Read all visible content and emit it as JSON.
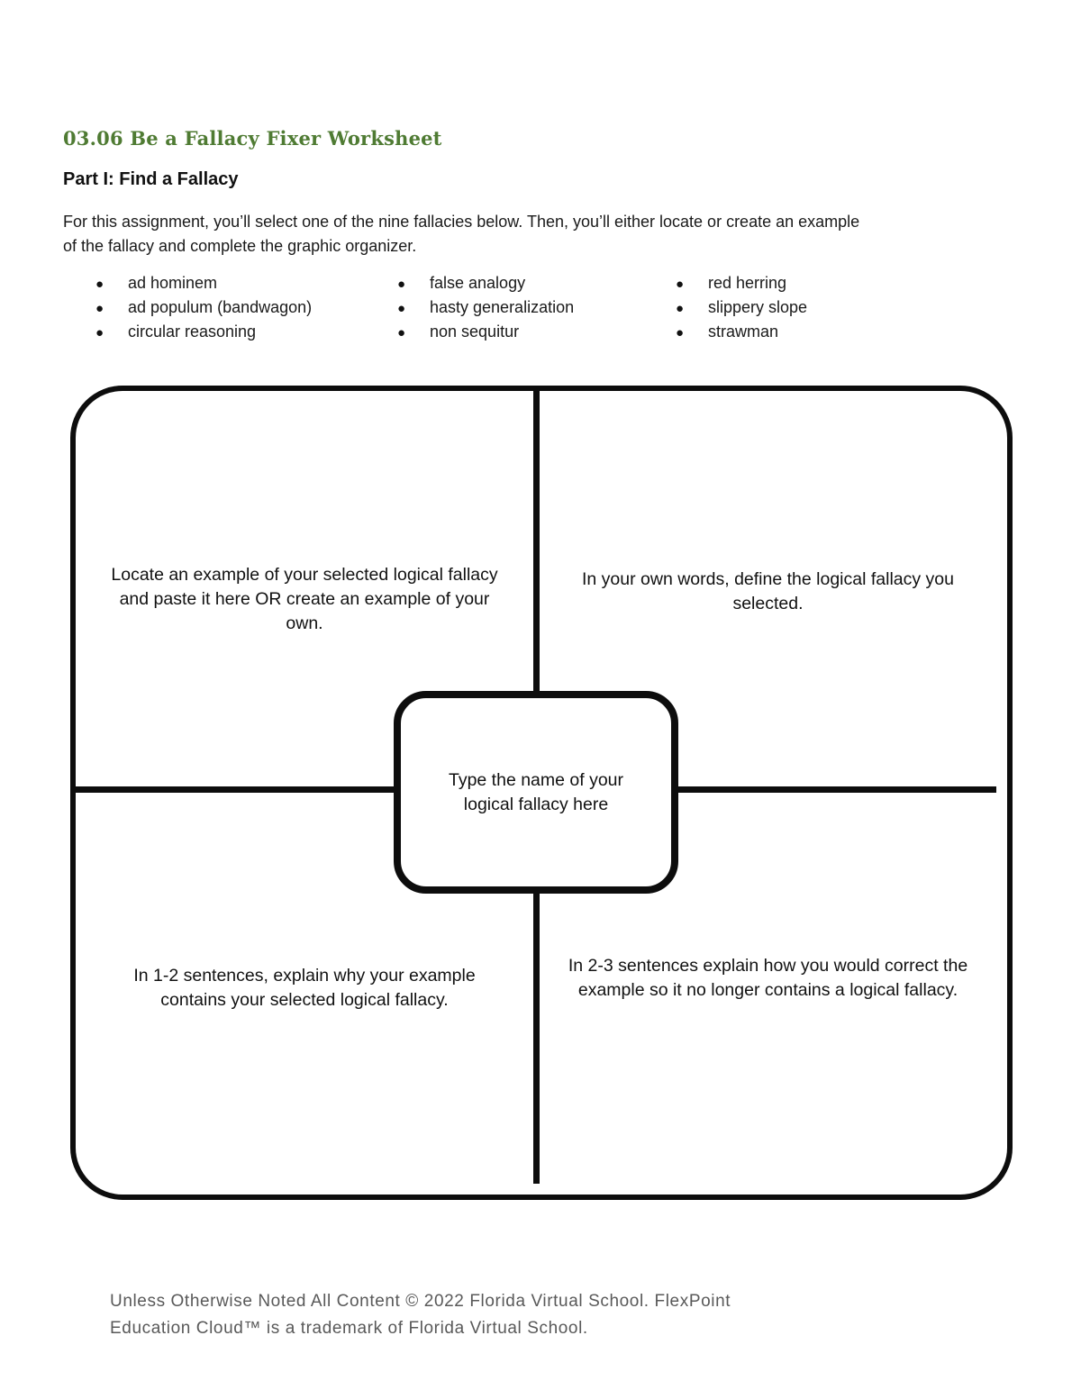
{
  "page": {
    "title": "03.06 Be a Fallacy Fixer Worksheet",
    "section_heading": "Part I: Find a Fallacy",
    "intro": "For this assignment, you’ll select one of the nine fallacies below. Then, you’ll either locate or create an example\nof the fallacy and complete the graphic organizer.",
    "bullet_glyph": "●"
  },
  "colors": {
    "heading_green": "#4f7b33",
    "line_black": "#0d0d0d",
    "footer_gray": "#595959"
  },
  "fallacies": [
    [
      "ad hominem",
      "ad populum (bandwagon)",
      "circular reasoning"
    ],
    [
      "false analogy",
      "hasty generalization",
      "non sequitur"
    ],
    [
      "red herring",
      "slippery slope",
      "strawman"
    ]
  ],
  "organizer": {
    "top_left": "Locate an example of your selected logical fallacy\nand paste it here OR create an example of your\nown.",
    "top_right": "In your own words, define the logical fallacy you\nselected.",
    "center": "Type the name of your\nlogical fallacy here",
    "bottom_left": "In 1-2 sentences, explain why your example\ncontains your selected logical fallacy.",
    "bottom_right": "In 2-3 sentences explain how you would correct the\nexample so it no longer contains a logical fallacy."
  },
  "footer": {
    "text": "Unless Otherwise Noted All Content © 2022 Florida Virtual School. FlexPoint\nEducation Cloud™ is a trademark of Florida Virtual School."
  }
}
